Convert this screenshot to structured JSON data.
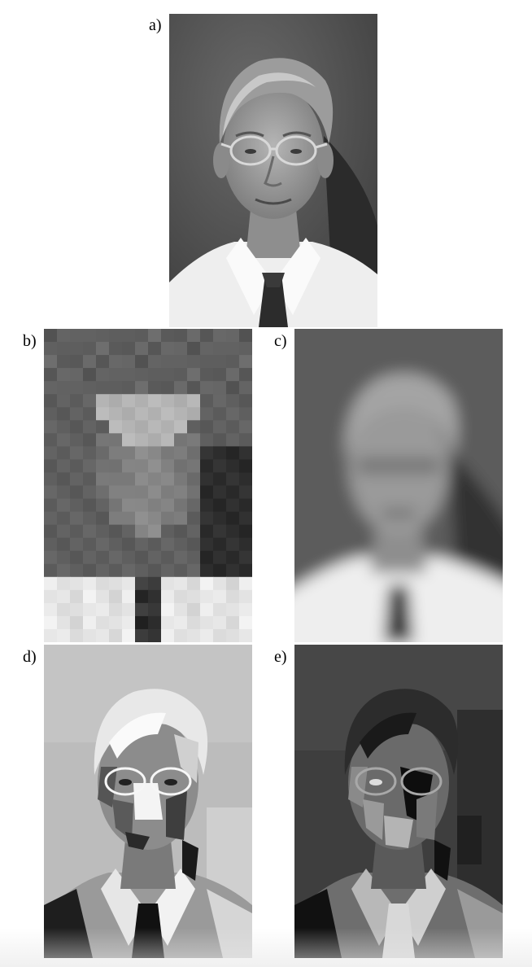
{
  "panels": [
    {
      "label": "a)",
      "style": "original"
    },
    {
      "label": "b)",
      "style": "pixelated"
    },
    {
      "label": "c)",
      "style": "blurred"
    },
    {
      "label": "d)",
      "style": "posterized-light"
    },
    {
      "label": "e)",
      "style": "posterized-dark"
    }
  ],
  "colors": {
    "background": "#ffffff",
    "photo_bg": "#5e5e5e",
    "skin": "#9a9a9a",
    "shirt": "#f2f2f2",
    "tie": "#2a2a2a"
  }
}
